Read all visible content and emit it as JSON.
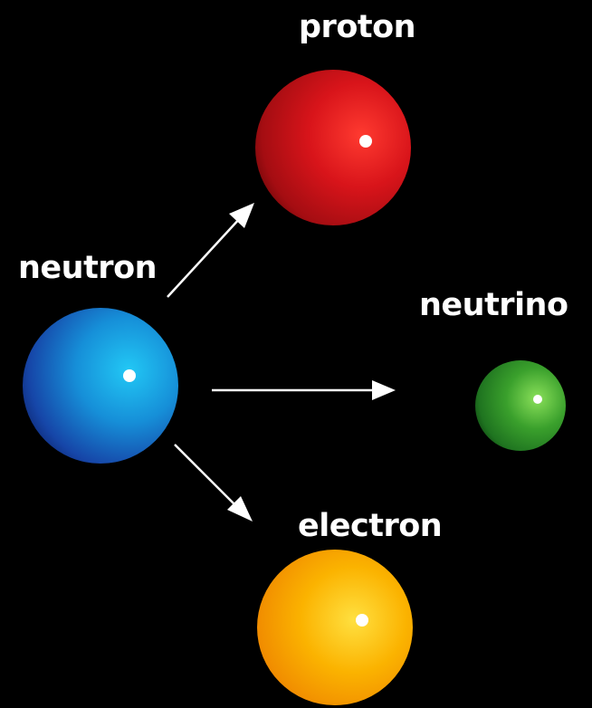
{
  "particles": {
    "neutron": {
      "label": "neutron",
      "color": "#1e8fd6"
    },
    "proton": {
      "label": "proton",
      "color": "#d8141a"
    },
    "neutrino": {
      "label": "neutrino",
      "color": "#3aa02c"
    },
    "electron": {
      "label": "electron",
      "color": "#f7a800"
    }
  },
  "background": "#000000",
  "arrow_color": "#ffffff"
}
